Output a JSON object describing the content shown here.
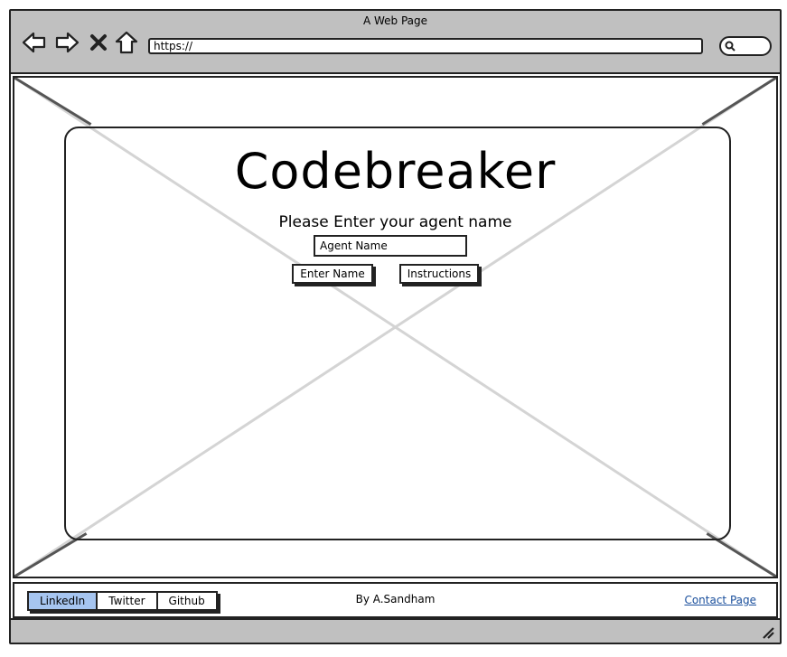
{
  "window": {
    "title": "A Web Page"
  },
  "toolbar": {
    "back_icon": "back-arrow-icon",
    "forward_icon": "forward-arrow-icon",
    "close_icon": "close-icon",
    "home_icon": "home-icon",
    "url": "https://",
    "search_icon": "search-icon"
  },
  "main": {
    "title": "Codebreaker",
    "prompt": "Please Enter your agent name",
    "input": {
      "placeholder": "Agent Name",
      "value": ""
    },
    "buttons": {
      "enter_name": "Enter Name",
      "instructions": "Instructions"
    }
  },
  "footer": {
    "social_links": [
      {
        "label": "LinkedIn",
        "active": true
      },
      {
        "label": "Twitter",
        "active": false
      },
      {
        "label": "Github",
        "active": false
      }
    ],
    "byline": "By A.Sandham",
    "contact_link": "Contact Page"
  },
  "colors": {
    "chrome": "#c0c0c0",
    "active_tab": "#a6c5f0",
    "link": "#1a4f9c",
    "outline": "#222222"
  }
}
